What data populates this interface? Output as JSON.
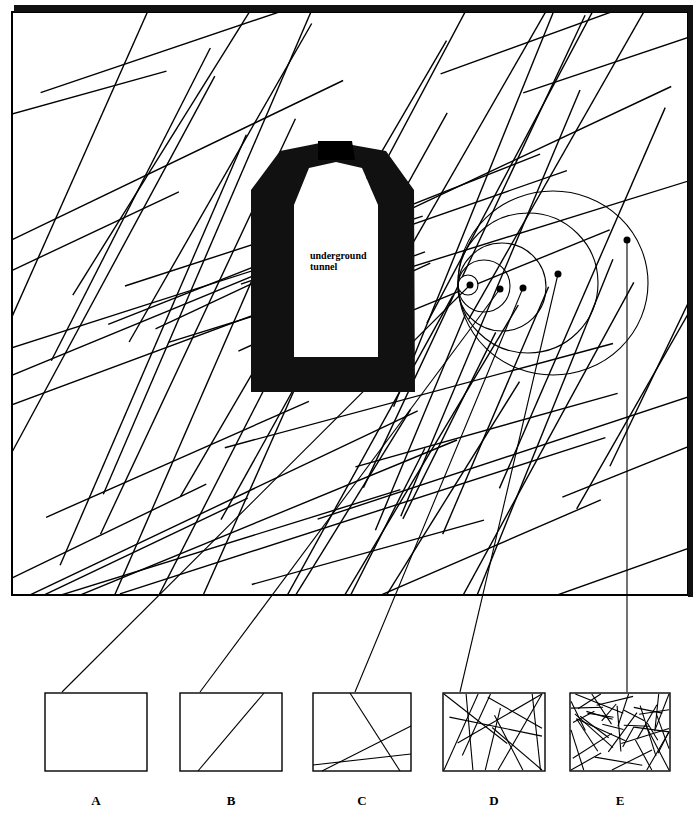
{
  "diagram": {
    "nodes": [
      {
        "text": [
          "underground tunnel"
        ]
      },
      {
        "text": [
          "A"
        ]
      },
      {
        "text": [
          "B"
        ]
      },
      {
        "text": [
          "C"
        ]
      },
      {
        "text": [
          "D"
        ]
      },
      {
        "text": [
          "E"
        ]
      }
    ]
  }
}
